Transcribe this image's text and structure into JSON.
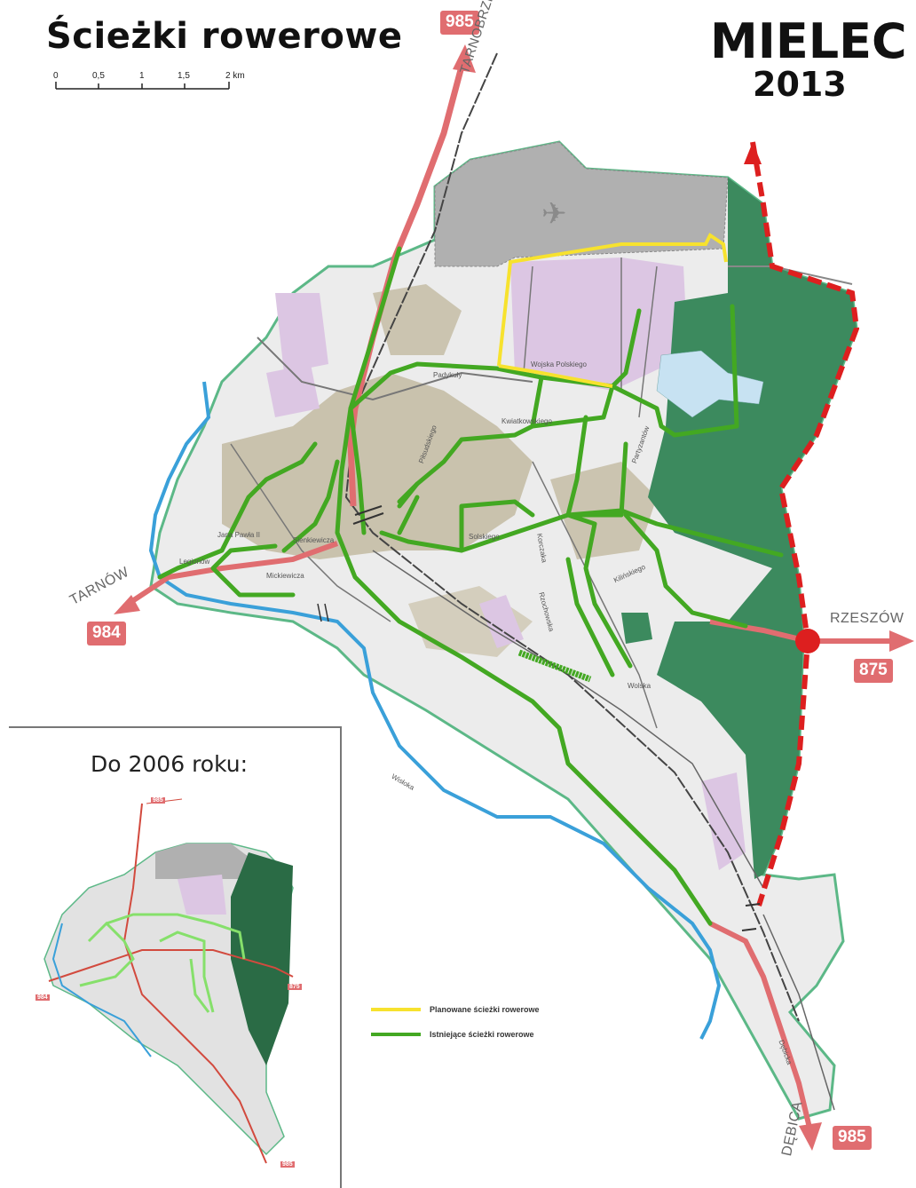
{
  "header": {
    "title": "Ścieżki rowerowe",
    "city": "MIELEC",
    "year": "2013"
  },
  "scale_bar": {
    "ticks": [
      "0",
      "0,5",
      "1",
      "1,5",
      "2 km"
    ]
  },
  "roads": {
    "north_number": "985",
    "north_direction": "TARNOBRZEG",
    "west_number": "984",
    "west_direction": "TARNÓW",
    "east_number": "875",
    "east_direction": "RZESZÓW",
    "south_number": "985",
    "south_direction": "DĘBICA"
  },
  "streets": [
    {
      "id": "padykuly",
      "name": "Padykuły"
    },
    {
      "id": "wojska-polskiego",
      "name": "Wojska Polskiego"
    },
    {
      "id": "kwiatkowskiego",
      "name": "Kwiatkowskiego"
    },
    {
      "id": "jana-pawla",
      "name": "Jana Pawła II"
    },
    {
      "id": "sienkiewicza",
      "name": "Sienkiewicza"
    },
    {
      "id": "legionow",
      "name": "Legionów"
    },
    {
      "id": "mickiewicza",
      "name": "Mickiewicza"
    },
    {
      "id": "rzochowska",
      "name": "Rzochowska"
    },
    {
      "id": "wolska",
      "name": "Wolska"
    },
    {
      "id": "wisloka",
      "name": "Wisłoka"
    },
    {
      "id": "debicka",
      "name": "Dębicka"
    },
    {
      "id": "korczaka",
      "name": "Korczaka"
    },
    {
      "id": "pilsudskiego",
      "name": "Piłsudskiego"
    },
    {
      "id": "solskiego",
      "name": "Solskiego"
    },
    {
      "id": "kilinskiego",
      "name": "Kilińskiego"
    },
    {
      "id": "partyzantow",
      "name": "Partyzantów"
    }
  ],
  "inset": {
    "title": "Do 2006 roku:",
    "badges": [
      "985",
      "984",
      "875",
      "985"
    ]
  },
  "legend": [
    {
      "label": "Planowane ścieżki rowerowe",
      "color": "#f7e22e"
    },
    {
      "label": "Istniejące ścieżki rowerowe",
      "color": "#43a822"
    }
  ],
  "colors": {
    "road_red": "#e06d70",
    "forest": "#3c8a5e",
    "industrial": "#dcc6e3",
    "urban": "#c9c2ad",
    "airport": "#b0b0b0",
    "river": "#3aa0d9",
    "boundary": "#5cb887",
    "bike_existing": "#43a822",
    "bike_planned": "#f7e22e",
    "bypass": "#dd1f1f"
  }
}
